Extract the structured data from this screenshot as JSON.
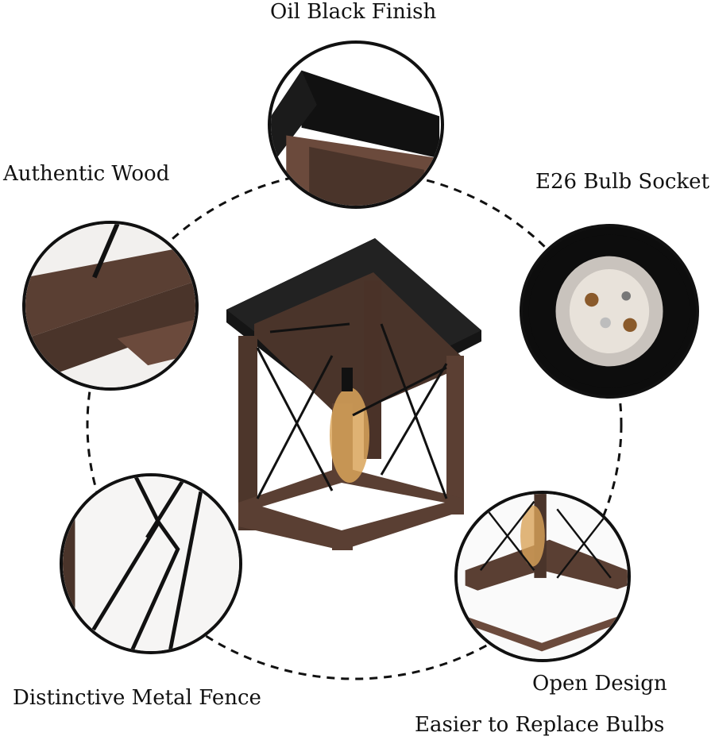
{
  "labels": {
    "top": "Oil Black Finish",
    "left_upper": "Authentic Wood",
    "right_upper": "E26 Bulb Socket",
    "left_lower": "Distinctive Metal Fence",
    "right_lower_1": "Open Design",
    "right_lower_2": "Easier to Replace Bulbs"
  },
  "colors": {
    "wood_dark": "#3b2a22",
    "wood_mid": "#5a3f33",
    "wood_light": "#7a5a48",
    "metal_black": "#151515",
    "dashed_ring": "#111111",
    "bulb_amber": "#d9a45a"
  },
  "icons": [
    "ceiling-light-fixture",
    "canopy-detail",
    "wood-frame-detail",
    "bulb-socket-detail",
    "metal-fence-detail",
    "open-design-detail"
  ]
}
